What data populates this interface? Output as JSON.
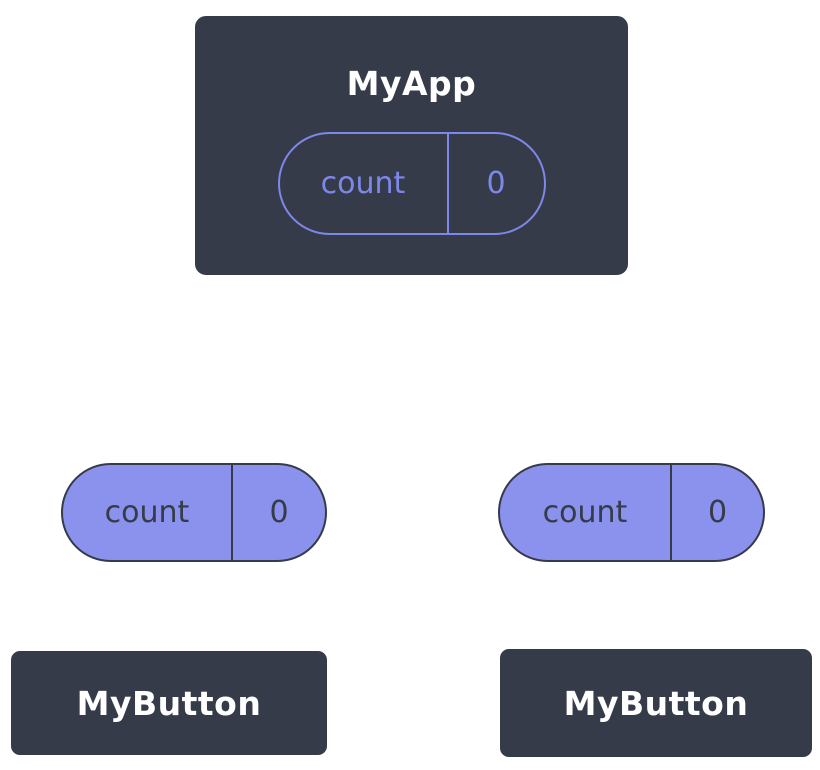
{
  "diagram": {
    "type": "react-component-tree",
    "root": {
      "title": "MyApp",
      "state": {
        "label": "count",
        "value": "0"
      }
    },
    "children": [
      {
        "title": "MyButton",
        "prop": {
          "label": "count",
          "value": "0"
        }
      },
      {
        "title": "MyButton",
        "prop": {
          "label": "count",
          "value": "0"
        }
      }
    ]
  },
  "colors": {
    "node_fill": "#353B48",
    "node_border": "#FFFFFF",
    "node_text": "#FFFFFF",
    "pill_fill": "#8B92ED",
    "pill_dark": "#353B48",
    "state_outline": "#7E87EA",
    "connector": "#FFFFFF",
    "page_bg": "#FFFFFF"
  }
}
